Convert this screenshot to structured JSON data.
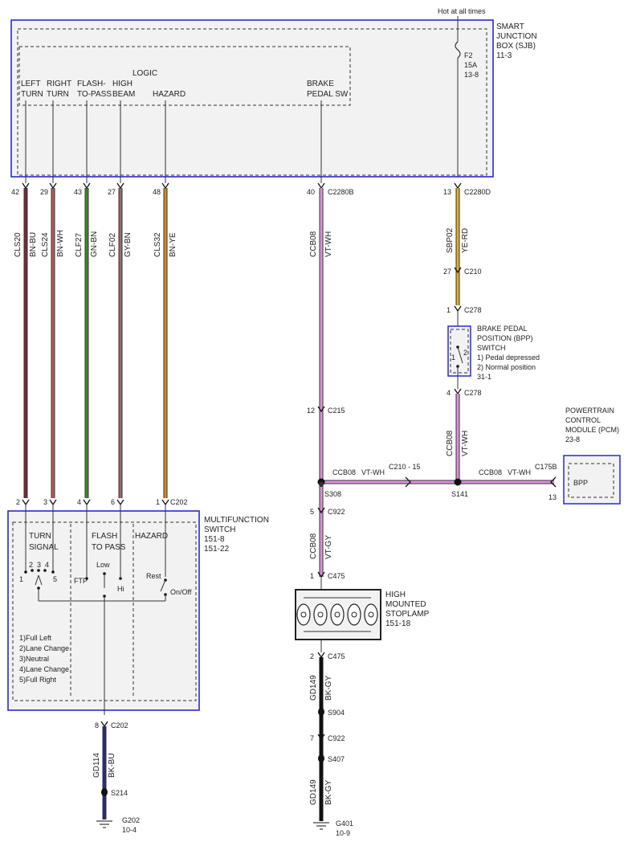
{
  "sjb": {
    "title": [
      "SMART",
      "JUNCTION",
      "BOX (SJB)",
      "11-3"
    ],
    "hot": "Hot at all times",
    "fuse": [
      "F2",
      "15A",
      "13-8"
    ],
    "logic": "LOGIC",
    "inputs": [
      [
        "LEFT",
        "TURN"
      ],
      [
        "RIGHT",
        "TURN"
      ],
      [
        "FLASH-",
        "TO-PASS"
      ],
      [
        "HIGH",
        "BEAM"
      ],
      [
        "HAZARD"
      ],
      [
        "BRAKE",
        "PEDAL SW"
      ]
    ]
  },
  "wires": [
    {
      "pin": "42",
      "circuit": "CLS20",
      "color_code": "BN-BU",
      "stripe": "#7a2a3a"
    },
    {
      "pin": "29",
      "circuit": "CLS24",
      "color_code": "BN-WH",
      "stripe": "#b85a5a"
    },
    {
      "pin": "43",
      "circuit": "CLF27",
      "color_code": "GN-BN",
      "stripe": "#3a8a2a"
    },
    {
      "pin": "27",
      "circuit": "CLF02",
      "color_code": "GY-BN",
      "stripe": "#9a6a6a"
    },
    {
      "pin": "48",
      "circuit": "CLS32",
      "color_code": "BN-YE",
      "stripe": "#d88a20"
    }
  ],
  "brake": {
    "pin": "40",
    "conn": "C2280B",
    "circuit": "CCB08",
    "color_code": "VT-WH",
    "c215_pin": "12",
    "c215": "C215"
  },
  "fuse_out": {
    "pin": "13",
    "conn": "C2280D",
    "circuit": "SBP02",
    "color_code": "YE-RD",
    "c210_pin": "27",
    "c210": "C210"
  },
  "bpp": {
    "top_pin": "1",
    "top_conn": "C278",
    "title": [
      "BRAKE PEDAL",
      "POSITION (BPP)",
      "SWITCH"
    ],
    "legend": [
      "1) Pedal depressed",
      "2) Normal position",
      "31-1"
    ],
    "bot_pin": "4",
    "bot_conn": "C278",
    "circuit": "CCB08",
    "color_code": "VT-WH",
    "pos1": "1",
    "pos2": "2"
  },
  "pcm": {
    "title": [
      "POWERTRAIN",
      "CONTROL",
      "MODULE (PCM)",
      "23-8"
    ],
    "conn": "C175B",
    "pin": "13",
    "label": "BPP"
  },
  "horiz": {
    "left_circuit": "CCB08",
    "left_color": "VT-WH",
    "inline": "C210 - 15",
    "right_circuit": "CCB08",
    "right_color": "VT-WH",
    "s308": "S308",
    "s141": "S141"
  },
  "mfs": {
    "title": [
      "MULTIFUNCTION",
      "SWITCH",
      "151-8",
      "151-22"
    ],
    "pins": [
      "2",
      "3",
      "4",
      "6",
      "1"
    ],
    "conn": "C202",
    "turn": [
      "TURN",
      "SIGNAL"
    ],
    "flash": [
      "FLASH",
      "TO PASS"
    ],
    "hazard": "HAZARD",
    "low": "Low",
    "ftp": "FTP",
    "hi": "Hi",
    "rest": "Rest",
    "onoff": "On/Off",
    "pos": [
      "1",
      "2",
      "3",
      "4",
      "5"
    ],
    "legend": [
      "1)Full Left",
      "2)Lane Change",
      "3)Neutral",
      "4)Lane Change",
      "5)Full Right"
    ],
    "out_pin": "8",
    "out_conn": "C202",
    "out_circuit": "GD114",
    "out_color": "BK-BU",
    "splice": "S214",
    "ground": "G202",
    "ground_ref": "10-4"
  },
  "stoplamp": {
    "c922_pin": "5",
    "c922": "C922",
    "circuit": "CCB08",
    "color_code": "VT-GY",
    "top_pin": "1",
    "top_conn": "C475",
    "title": [
      "HIGH",
      "MOUNTED",
      "STOPLAMP",
      "151-18"
    ],
    "bot_pin": "2",
    "bot_conn": "C475",
    "g_circuit": "GD149",
    "g_color": "BK-GY",
    "s904": "S904",
    "c922b_pin": "7",
    "c922b": "C922",
    "s407": "S407",
    "g2_circuit": "GD149",
    "g2_color": "BK-GY",
    "ground": "G401",
    "ground_ref": "10-9"
  }
}
